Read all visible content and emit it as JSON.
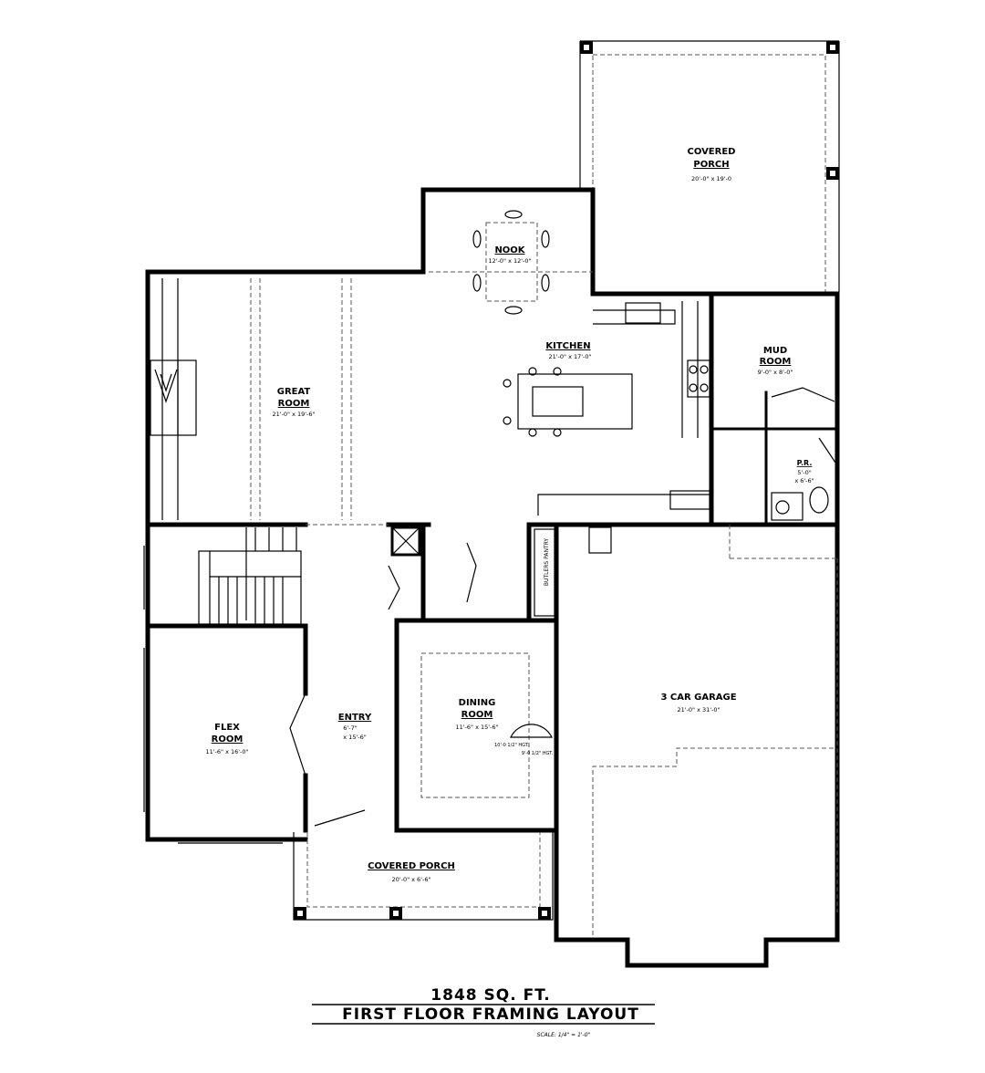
{
  "title": {
    "area": "1848 SQ. FT.",
    "name": "FIRST FLOOR FRAMING LAYOUT",
    "scale": "SCALE: 1/4\" = 1'-0\""
  },
  "rooms": {
    "covered_porch_rear": {
      "name_line1": "COVERED",
      "name_line2": "PORCH",
      "dims": "20'-0\" x 19'-0"
    },
    "nook": {
      "name": "NOOK",
      "dims": "12'-0\" x 12'-0\""
    },
    "kitchen": {
      "name": "KITCHEN",
      "dims": "21'-0\" x 17'-0\""
    },
    "great_room": {
      "name_line1": "GREAT",
      "name_line2": "ROOM",
      "dims": "21'-0\" x 19'-6\""
    },
    "mud_room": {
      "name_line1": "MUD",
      "name_line2": "ROOM",
      "dims": "9'-0\" x 8'-0\""
    },
    "powder_room": {
      "name": "P.R.",
      "dims_line1": "5'-0\"",
      "dims_line2": "x 6'-6\""
    },
    "butlers_pantry": {
      "name": "BUTLERS PANTRY"
    },
    "flex_room": {
      "name_line1": "FLEX",
      "name_line2": "ROOM",
      "dims": "11'-6\" x 16'-0\""
    },
    "entry": {
      "name": "ENTRY",
      "dims_line1": "6'-7\"",
      "dims_line2": "x 15'-6\""
    },
    "dining_room": {
      "name_line1": "DINING",
      "name_line2": "ROOM",
      "dims": "11'-6\" x 15'-6\"",
      "note1": "10'-0 1/2\" HGT.",
      "note2": "9'-0 1/2\" HGT."
    },
    "garage": {
      "name": "3 CAR GARAGE",
      "dims": "21'-0\" x 31'-0\""
    },
    "covered_porch_front": {
      "name": "COVERED PORCH",
      "dims": "20'-0\" x 6'-6\""
    }
  }
}
